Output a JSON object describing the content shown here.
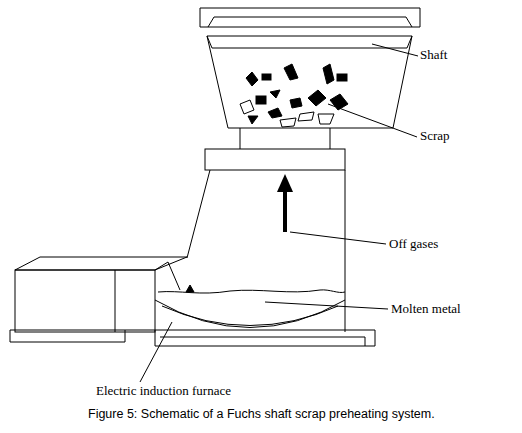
{
  "diagram": {
    "caption": "Figure 5: Schematic of a Fuchs shaft scrap preheating system.",
    "labels": [
      "Shaft",
      "Scrap",
      "Off gases",
      "Molten metal",
      "Electric induction furnace"
    ]
  }
}
